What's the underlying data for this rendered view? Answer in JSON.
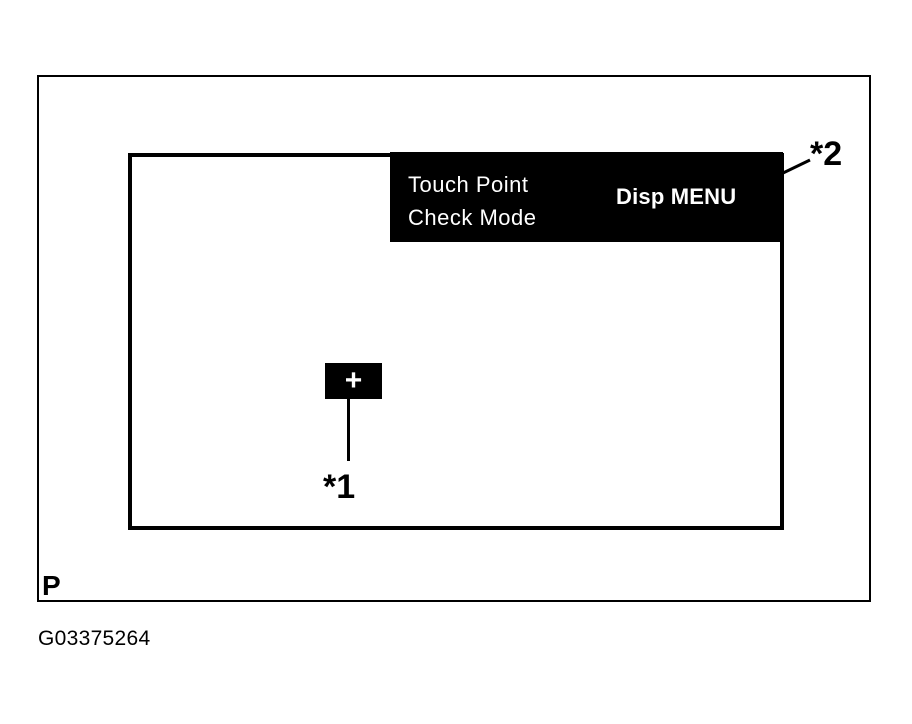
{
  "screen": {
    "mode_title_line1": "Touch Point",
    "mode_title_line2": "Check Mode",
    "menu_button_label": "Disp MENU",
    "touch_target_symbol": "+"
  },
  "callouts": {
    "one": "*1",
    "two": "*2"
  },
  "frame": {
    "corner_label": "P"
  },
  "figure": {
    "id": "G03375264"
  },
  "icons": {
    "touch_target": "plus-crosshair-icon"
  },
  "colors": {
    "ink": "#000000",
    "paper": "#ffffff"
  }
}
